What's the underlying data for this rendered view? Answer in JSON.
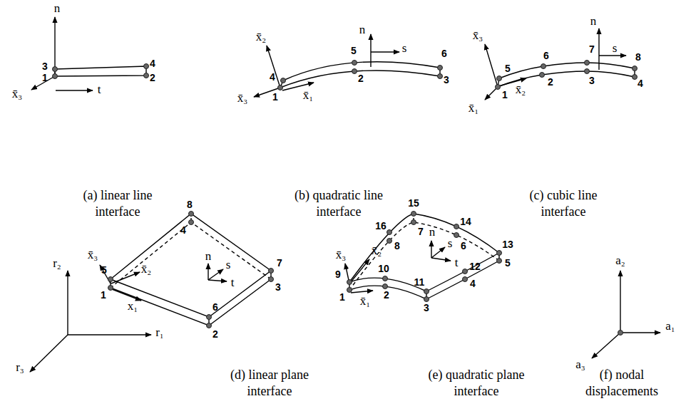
{
  "diagram": {
    "labels": [
      "n",
      "3",
      "1",
      "4",
      "2",
      "t",
      "x̄₃",
      "(a) linear line interface",
      "x̄₂",
      "5",
      "n",
      "s",
      "6",
      "4",
      "x̄₁",
      "2",
      "1",
      "3",
      "x̄₃",
      "(b) quadratic line interface",
      "x̄₃",
      "n",
      "5",
      "6",
      "7",
      "s",
      "8",
      "x̄₂",
      "2",
      "3",
      "4",
      "1",
      "x̄₁",
      "(c) cubic line interface",
      "8",
      "4",
      "x̄₃",
      "5",
      "x̄₂",
      "n",
      "s",
      "7",
      "t",
      "1",
      "x₁",
      "6",
      "3",
      "2",
      "r₂",
      "r₁",
      "r₃",
      "(d) linear plane interface",
      "15",
      "16",
      "7",
      "n",
      "14",
      "6",
      "x̄₃",
      "x̄₂",
      "s",
      "8",
      "9",
      "10",
      "13",
      "t",
      "12",
      "11",
      "x̄₁",
      "1",
      "2",
      "4",
      "5",
      "3",
      "(e) quadratic plane interface",
      "a₂",
      "a₁",
      "a₃",
      "(f) nodal displacements"
    ]
  }
}
